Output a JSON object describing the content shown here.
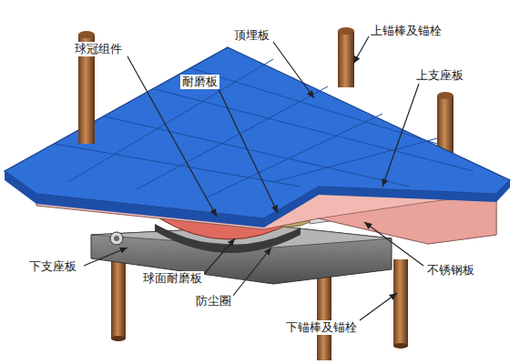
{
  "diagram": {
    "labels": [
      "球冠组件",
      "顶埋板",
      "上锚棒及锚栓",
      "耐磨板",
      "上支座板",
      "下支座板",
      "球面耐磨板",
      "防尘圈",
      "不锈钢板",
      "下锚棒及锚栓"
    ]
  }
}
